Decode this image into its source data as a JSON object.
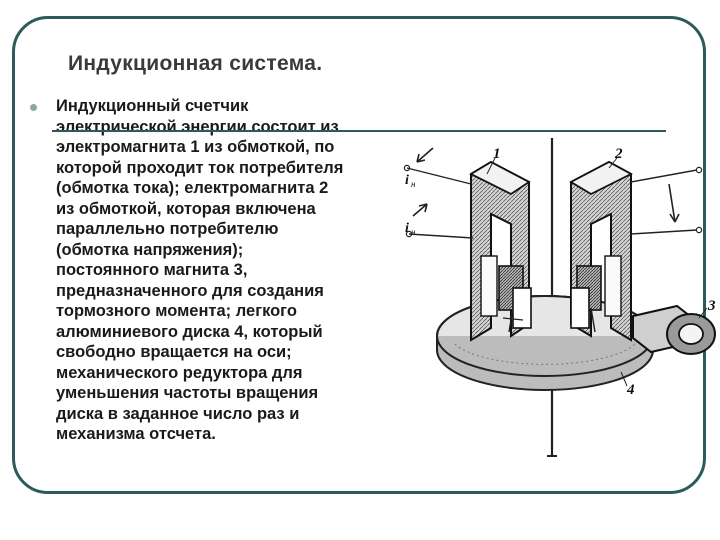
{
  "slide": {
    "title": "Индукционная система.",
    "body_lines": [
      "Индукционный счетчик",
      "электрической энергии состоит из",
      "электромагнита 1 из обмоткой, по",
      "которой проходит ток потребителя",
      "(обмотка тока); електромагнита 2",
      "из обмоткой, которая включена",
      "параллельно потребителю",
      "(обмотка напряжения);",
      "постоянного магнита 3,",
      "предназначенного для создания",
      "тормозного момента; легкого",
      "алюминиевого диска 4, который",
      "свободно вращается на оси;",
      "механического редуктора для",
      "уменьшения частоты вращения",
      "диска в заданное число раз и",
      "механизма отсчета."
    ]
  },
  "figure": {
    "labels": {
      "n1": "1",
      "n2": "2",
      "n3": "3",
      "n4": "4",
      "i_h_top": "i",
      "i_h_bottom": "i",
      "sub_h": "н"
    }
  }
}
